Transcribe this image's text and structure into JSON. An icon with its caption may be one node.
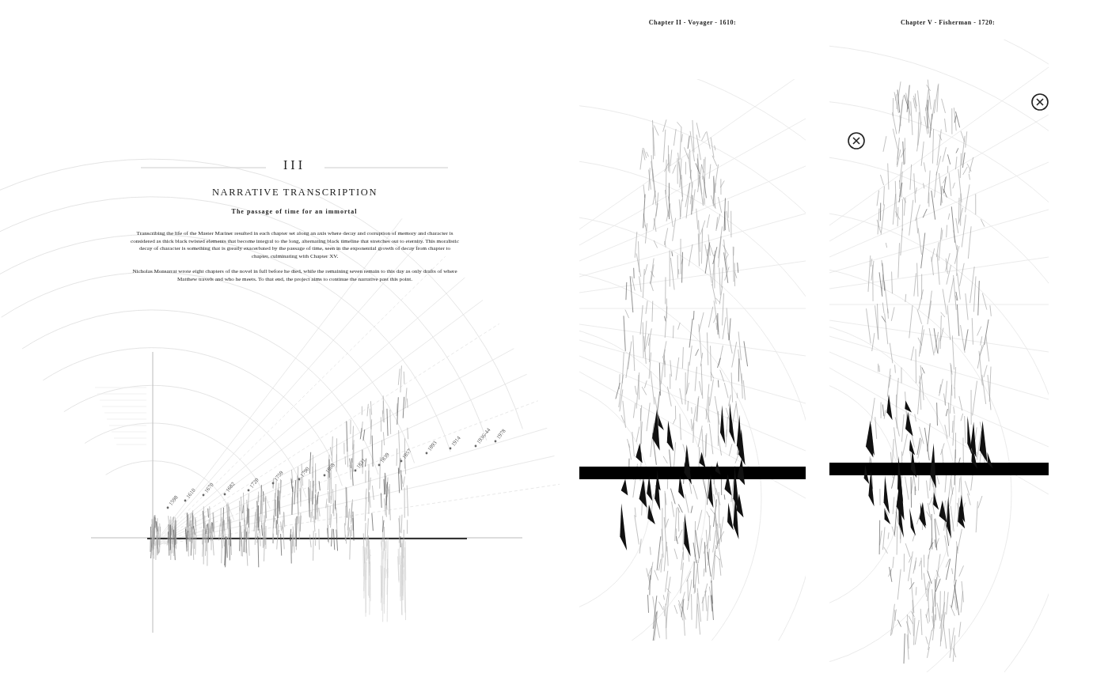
{
  "diagram": {
    "title": "NARRATIVE TRANSCRIPTION",
    "labels": [
      "III",
      "The passage of time for an immortal",
      "Transcribing the life of the Master Mariner resulted in each chapter set along an axis where decay and corruption of memory and character is considered as thick black twisted elements that become integral to the long, alternating black timeline that stretches out to eternity. This moralistic decay of character is something that is greatly exacerbated by the passage of time, seen in the exponential growth of decay from chapter to chapter, culminating with Chapter XV.",
      "Nicholas Monsarrat wrote eight chapters of the novel in full before he died, while the remaining seven remain to this day as only drafts of where Matthew travels and who he meets. To that end, the project aims to continue the narrative past this point.",
      "1598",
      "1610",
      "1670",
      "1682",
      "1720",
      "1759",
      "1790",
      "1808",
      "1831",
      "1839",
      "1857",
      "1893",
      "1914",
      "1936-44",
      "1978",
      "Chapter II - Voyager - 1610:",
      "Chapter V - Fisherman - 1720:"
    ]
  }
}
